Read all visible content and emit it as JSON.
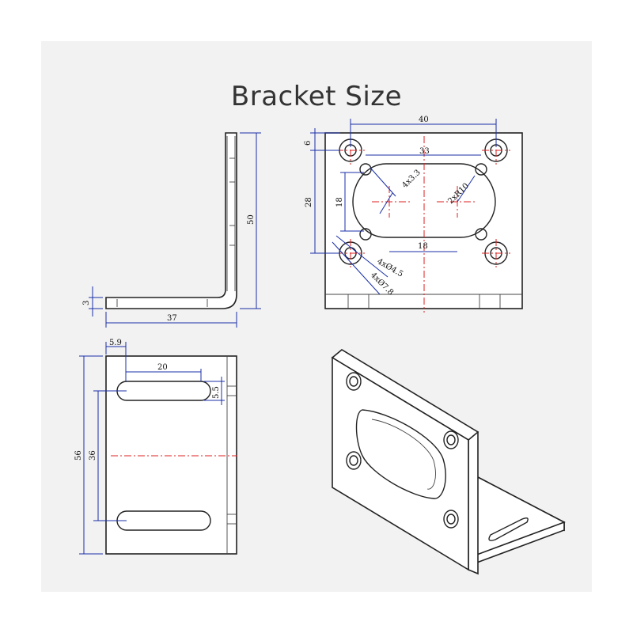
{
  "title": "Bracket Size",
  "dimensions": {
    "side_height": "50",
    "side_thickness": "3",
    "side_length": "37",
    "front_width": "40",
    "front_edge": "6",
    "front_height": "28",
    "front_slot_height": "18",
    "front_slot_width": "33",
    "front_bottom_span": "18",
    "front_small_holes": "4x3.3",
    "front_radius": "2xR10",
    "front_hole_dia": "4xØ4.5",
    "front_cbore_dia": "4xØ7.8",
    "bottom_edge": "5.9",
    "bottom_slot_len": "20",
    "bottom_slot_w": "5.5",
    "bottom_height": "56",
    "bottom_spacing": "36"
  },
  "colors": {
    "dimension": "#1a2fa8",
    "centerline": "#dd2222",
    "outline": "#222222"
  }
}
